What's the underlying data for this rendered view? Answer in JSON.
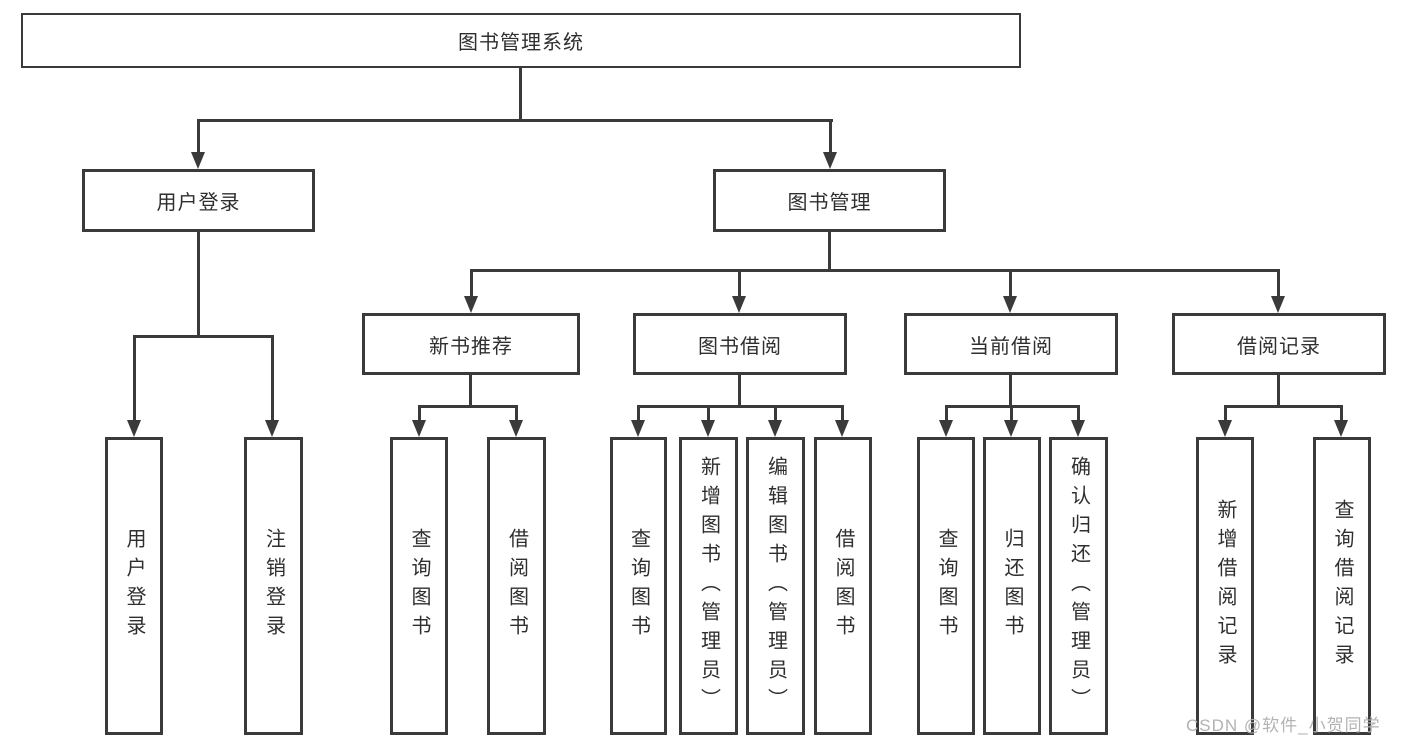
{
  "title": "图书管理系统",
  "colors": {
    "line": "#3a3a3a",
    "text": "#2f2f2f",
    "background": "#ffffff",
    "watermark": "#b3b3b3"
  },
  "nodes": {
    "root": {
      "label": "图书管理系统"
    },
    "user_login_branch": {
      "label": "用户登录"
    },
    "book_mgmt_branch": {
      "label": "图书管理"
    },
    "new_book_branch": {
      "label": "新书推荐"
    },
    "book_borrow_branch": {
      "label": "图书借阅"
    },
    "current_borrow_branch": {
      "label": "当前借阅"
    },
    "borrow_record_branch": {
      "label": "借阅记录"
    }
  },
  "leaves": {
    "user_login": [
      "用户登录",
      "注销登录"
    ],
    "new_book": [
      "查询图书",
      "借阅图书"
    ],
    "book_borrow": [
      "查询图书",
      "新增图书（管理员）",
      "编辑图书（管理员）",
      "借阅图书"
    ],
    "current_borrow": [
      "查询图书",
      "归还图书",
      "确认归还（管理员）"
    ],
    "borrow_record": [
      "新增借阅记录",
      "查询借阅记录"
    ]
  },
  "watermark": "CSDN @软件_小贺同学"
}
